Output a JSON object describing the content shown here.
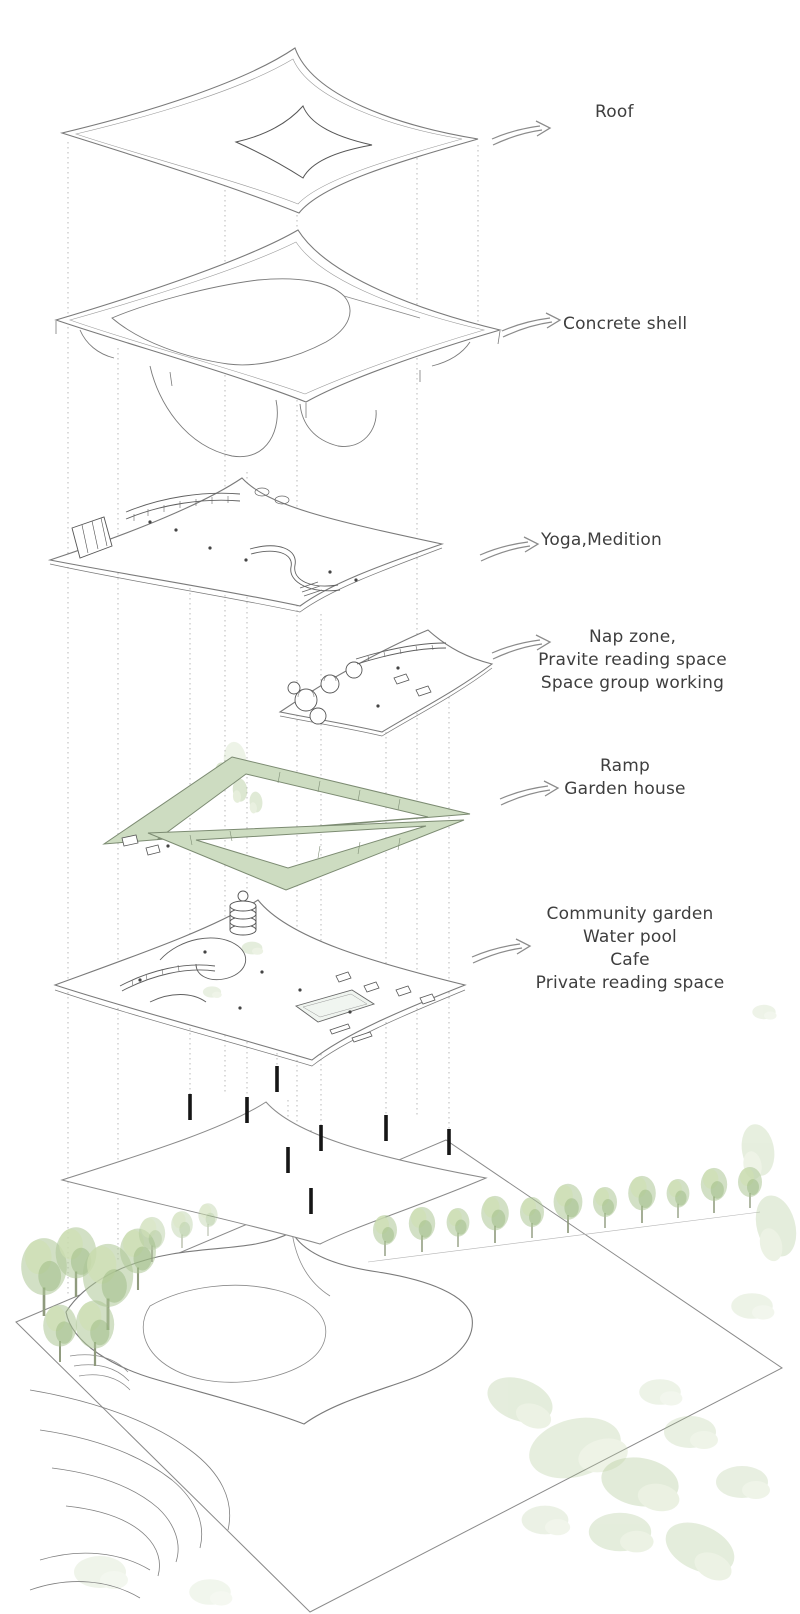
{
  "diagram": {
    "type": "architectural exploded axonometric diagram",
    "colors": {
      "line": "#7a7a7a",
      "text": "#3e3e3e",
      "ramp_green": "#cddcc1",
      "ramp_green_line": "#7c8b72",
      "tree_green": "#adc795",
      "tree_green_light": "#cfe0b4",
      "tree_green_dark": "#8fb274",
      "column_black": "#161616"
    },
    "labels": {
      "roof": {
        "text": "Roof"
      },
      "concrete_shell": {
        "text": "Concrete shell"
      },
      "yoga": {
        "text": "Yoga,Medition"
      },
      "nap_zone": {
        "line1": "Nap zone,",
        "line2": "Pravite reading space",
        "line3": "Space group working"
      },
      "ramp": {
        "line1": "Ramp",
        "line2": "Garden house"
      },
      "ground_floor": {
        "line1": "Community garden",
        "line2": "Water pool",
        "line3": "Cafe",
        "line4": "Private reading space"
      }
    }
  }
}
